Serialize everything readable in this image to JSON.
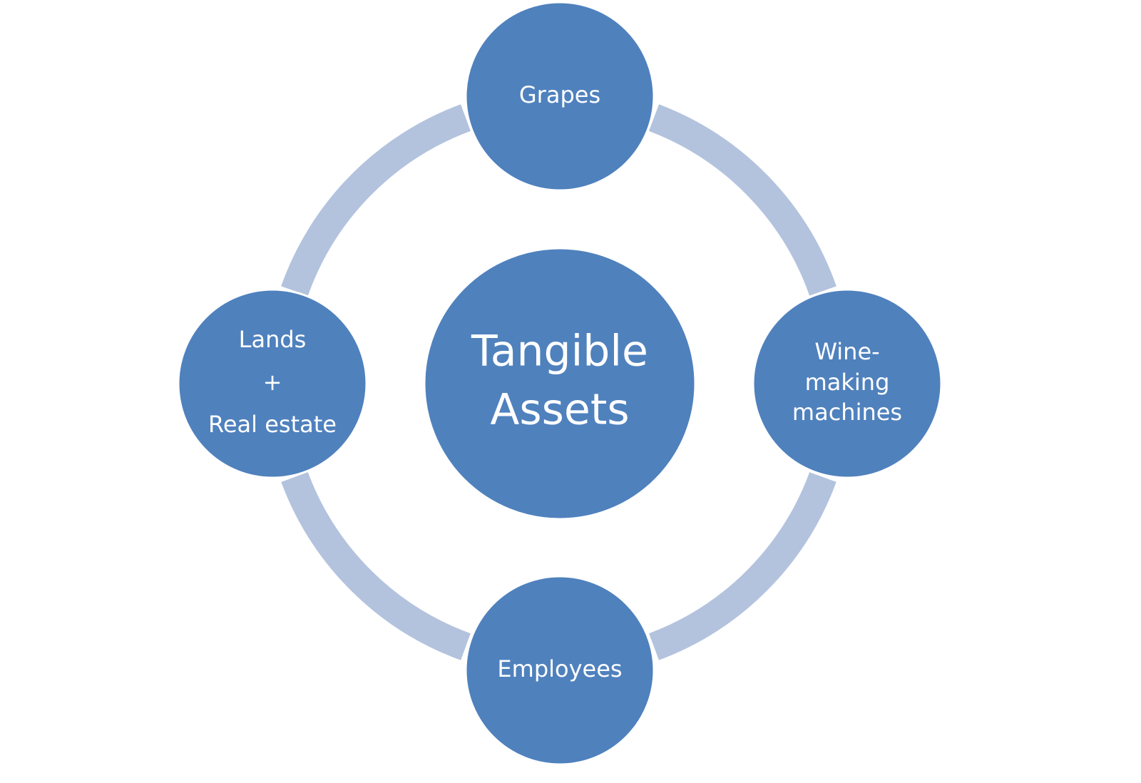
{
  "colors": {
    "node_fill": "#4f81bd",
    "ring": "#b3c3de",
    "text": "#ffffff",
    "background": "#ffffff"
  },
  "center": {
    "line1": "Tangible",
    "line2": "Assets"
  },
  "nodes": {
    "top": {
      "line1": "Grapes"
    },
    "right": {
      "line1": "Wine-",
      "line2": "making",
      "line3": "machines"
    },
    "bottom": {
      "line1": "Employees"
    },
    "left": {
      "line1": "Lands",
      "line2": "+",
      "line3": "Real estate"
    }
  }
}
